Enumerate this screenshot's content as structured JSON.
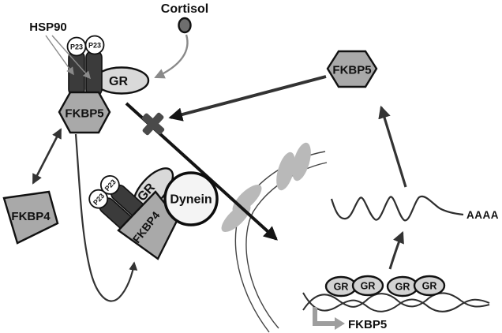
{
  "diagram": {
    "description_texts": {
      "cortisol": "Cortisol",
      "hsp90": "HSP90",
      "p23_top_left": "P23",
      "p23_top_right": "P23",
      "p23_mid_left": "P23",
      "p23_mid_right": "P23",
      "gr_cytoplasmic": "GR",
      "gr_transport_complex": "GR",
      "fkbp5_complex": "FKBP5",
      "fkbp5_free": "FKBP5",
      "fkbp5_gene": "FKBP5",
      "fkbp4_free": "FKBP4",
      "fkbp4_complex": "FKBP4",
      "dynein": "Dynein",
      "gr_dna_1": "GR",
      "gr_dna_2": "GR",
      "gr_dna_3": "GR",
      "gr_dna_4": "GR",
      "mrna_poly_a_tail": "AAAA"
    },
    "colors": {
      "hsp90_dark": "#3b3b3b",
      "gr_light": "#d9d9d9",
      "fkbp_mid_gray": "#a9a9a9",
      "dynein_fill": "#f4f4f4",
      "p23_fill": "#ffffff",
      "nuclear_pore": "#b9b9b9",
      "gr_dna_fill": "#d2d2d2",
      "cortisol_fill": "#6e6e6e",
      "cross_block": "#4a4a4a",
      "arrow_dark": "#333333",
      "arrow_black": "#141414",
      "arrow_gray": "#8a8a8a",
      "promoter_gray": "#9e9e9e",
      "line_thin": "#444444"
    }
  }
}
